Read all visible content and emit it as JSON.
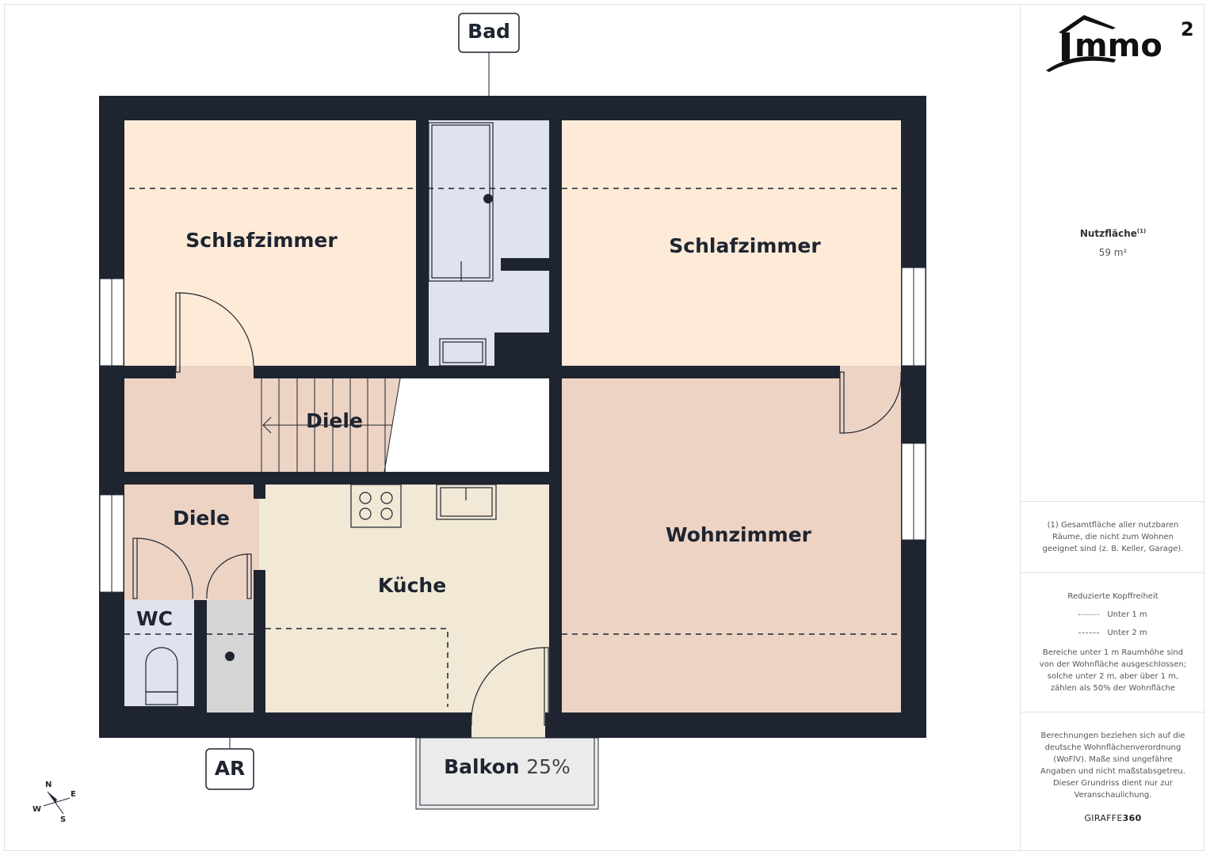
{
  "rooms": {
    "bedroom_left": "Schlafzimmer",
    "bedroom_right": "Schlafzimmer",
    "hall_upper": "Diele",
    "hall_lower": "Diele",
    "kitchen": "Küche",
    "living": "Wohnzimmer",
    "wc": "WC",
    "balcony": "Balkon",
    "balcony_pct": "25%"
  },
  "tags": {
    "bath": "Bad",
    "storage": "AR"
  },
  "compass": {
    "n": "N",
    "e": "E",
    "s": "S",
    "w": "W"
  },
  "sidebar": {
    "logo_text": "immo²",
    "area_title": "Nutzfläche",
    "area_footnote_mark": "(1)",
    "area_value": "59 m²",
    "footnote": "(1) Gesamtfläche aller nutzbaren Räume, die nicht zum Wohnen geeignet sind (z. B. Keller, Garage).",
    "headroom_title": "Reduzierte Kopffreiheit",
    "under_1m": "Unter 1 m",
    "under_2m": "Unter 2 m",
    "headroom_note": "Bereiche unter 1 m Raumhöhe sind von der Wohnfläche ausgeschlossen; solche unter 2 m, aber über 1 m, zählen als 50% der Wohnfläche",
    "disclaimer": "Berechnungen beziehen sich auf die deutsche Wohnflächenverordnung (WoFlV). Maße sind ungefähre Angaben und nicht maßstabsgetreu. Dieser Grundriss dient nur zur Veranschaulichung.",
    "brand_a": "GIRAFFE",
    "brand_b": "360"
  },
  "colors": {
    "wall": "#1e2430",
    "bedroom": "#fdebd8",
    "bath": "#dfe3ee",
    "hall": "#ecd3c4",
    "kitchen": "#f1e8d5",
    "storage": "#d5d5d5"
  }
}
